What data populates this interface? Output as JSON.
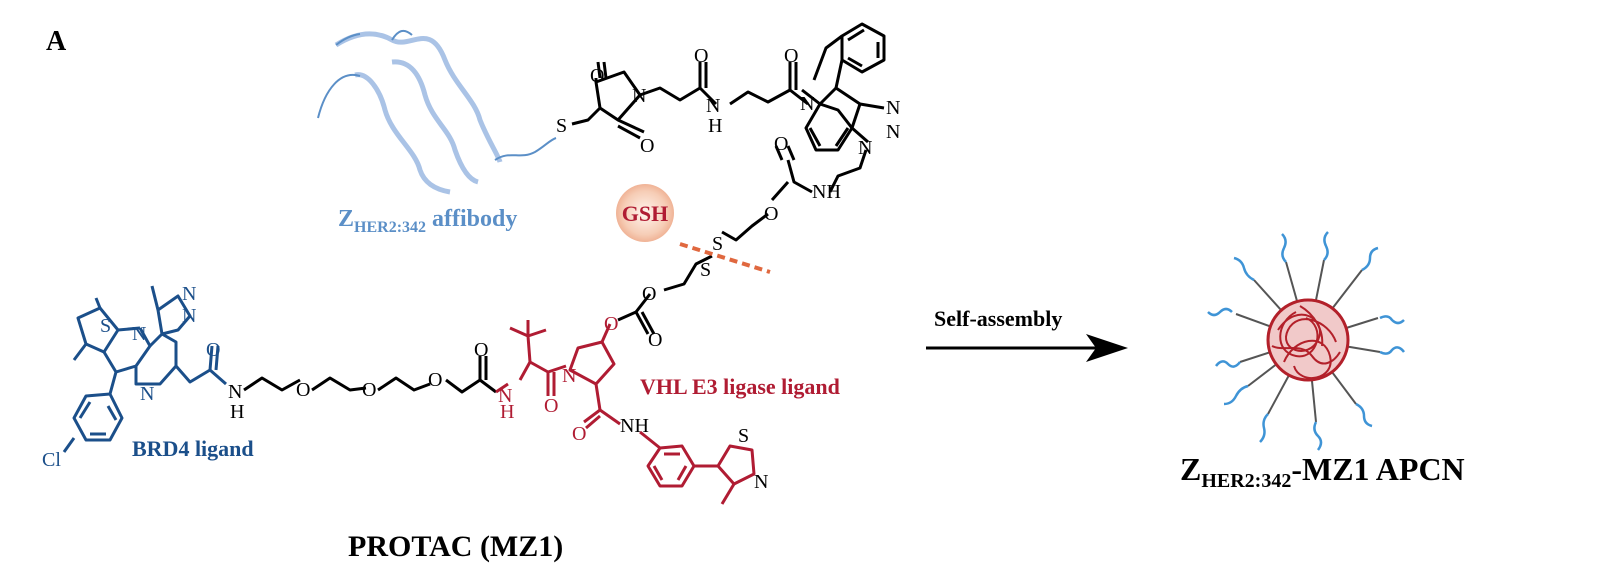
{
  "figure": {
    "panel_label": "A",
    "affibody_label": "Z",
    "affibody_sub": "HER2:342",
    "affibody_rest": " affibody",
    "gsh_label": "GSH",
    "brd4_label": "BRD4 ligand",
    "vhl_label": "VHL E3 ligase ligand",
    "protac_label": "PROTAC (MZ1)",
    "arrow_label": "Self-assembly",
    "product_main": "Z",
    "product_sub": "HER2:342",
    "product_rest": "-MZ1 APCN"
  },
  "atoms": {
    "S": "S",
    "O": "O",
    "N": "N",
    "H": "H",
    "Cl": "Cl",
    "NH": "NH"
  },
  "colors": {
    "black": "#000000",
    "blue_dark": "#1b4f8a",
    "crimson": "#b01c33",
    "affibody_blue": "#5b8fc7",
    "affibody_light": "#aac3e6",
    "cleave": "#e0683f",
    "gsh_fill": "#f6cdb6",
    "nano_red": "#b3202a",
    "nano_blue": "#3f94d6"
  }
}
